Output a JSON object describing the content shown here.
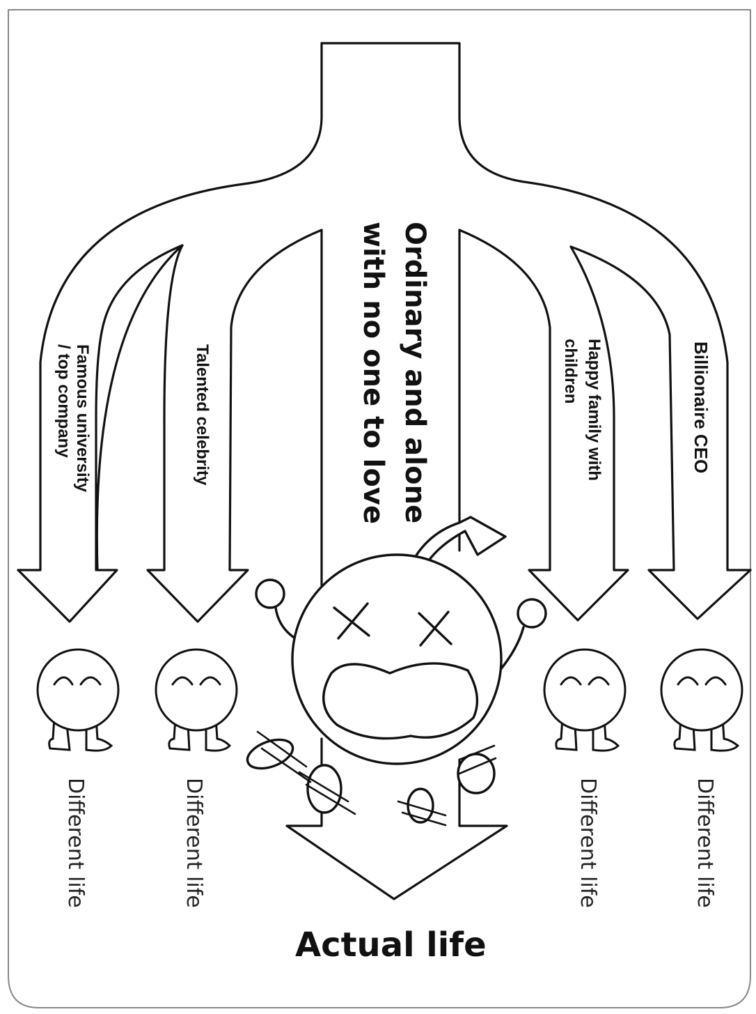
{
  "paths": {
    "famous_university": "Famous university\n/ top company",
    "talented_celebrity": "Talented celebrity",
    "ordinary_alone": "Ordinary and alone\nwith no one to love",
    "happy_family": "Happy family with\nchildren",
    "billionaire_ceo": "Billionaire CEO"
  },
  "outcomes": {
    "different_life_1": "Different life",
    "different_life_2": "Different life",
    "different_life_3": "Different life",
    "different_life_4": "Different life",
    "actual_life": "Actual life"
  }
}
